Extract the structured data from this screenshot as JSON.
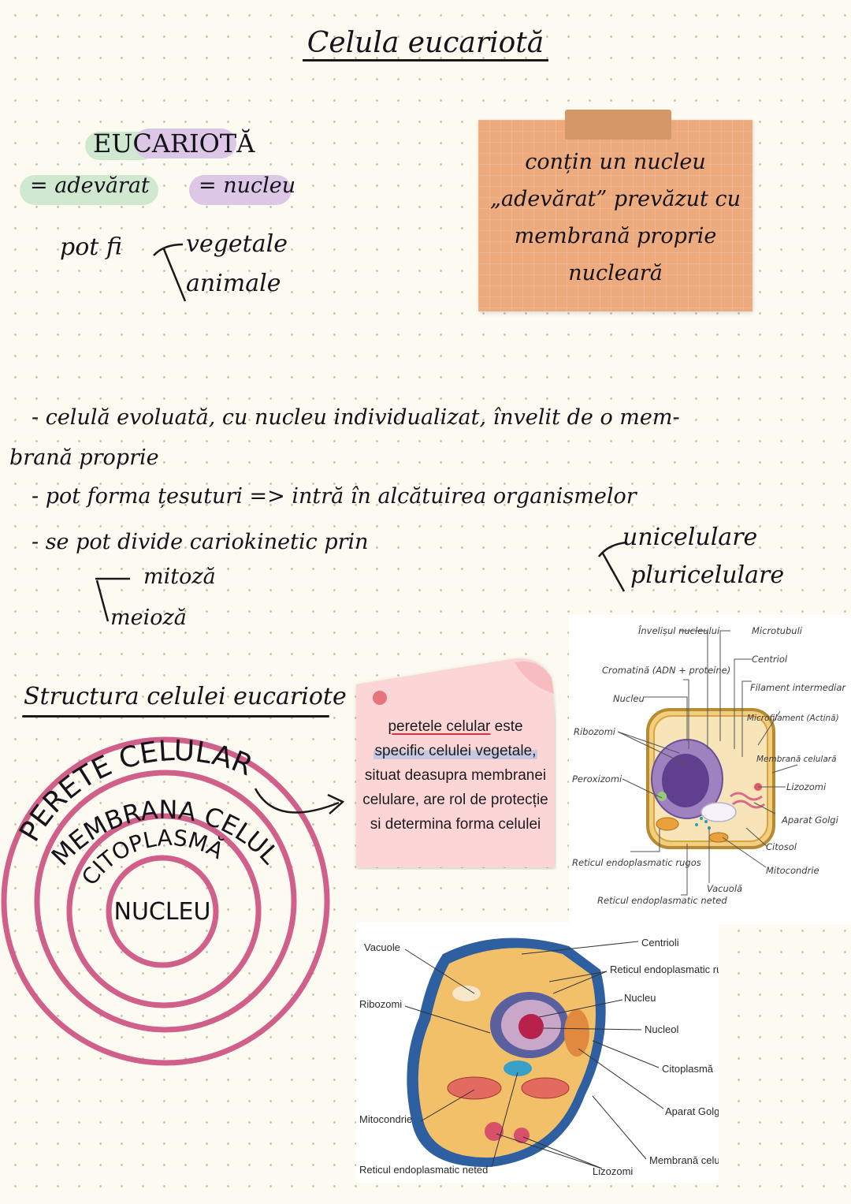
{
  "title": "Celula eucariotă",
  "intro": {
    "heading": "EUCARIOTĂ",
    "eu": "= adevărat",
    "carion": "= nucleu",
    "pot_fi": "pot fi",
    "types": [
      "vegetale",
      "animale"
    ]
  },
  "sticky_card": {
    "lines": [
      "conțin un nucleu",
      "„adevărat” prevăzut cu",
      "membrană proprie",
      "nucleară"
    ]
  },
  "body_text": {
    "line1": "- celulă evoluată, cu nucleu individualizat, învelit de o mem-",
    "line2": "brană proprie",
    "line3": "- pot forma țesuturi => intră în alcătuirea organismelor",
    "line4": "- se pot divide cariokinetic prin",
    "division": [
      "mitoză",
      "meioză"
    ],
    "organisms": [
      "unicelulare",
      "pluricelulare"
    ]
  },
  "structure": {
    "heading": "Structura celulei eucariote",
    "rings": [
      "PERETE CELULAR",
      "MEMBRANA CELULARĂ",
      "CITOPLASMĂ",
      "NUCLEU"
    ]
  },
  "note": {
    "part1": "peretele celular",
    "part2": " este",
    "part3": "specific celulei vegetale,",
    "part4": "situat deasupra membranei celulare, are rol de protecție si determina forma celulei"
  },
  "plant_cell_labels": {
    "invelisul": "Învelișul nucleului",
    "cromatina": "Cromatină (ADN + proteine)",
    "nucleu": "Nucleu",
    "ribozomi": "Ribozomi",
    "peroxizomi": "Peroxizomi",
    "reticul_rugos": "Reticul endoplasmatic rugos",
    "reticul_neted": "Reticul endoplasmatic neted",
    "vacuola": "Vacuolă",
    "microtubuli": "Microtubuli",
    "centriol": "Centriol",
    "filament": "Filament intermediar",
    "microfilament": "Microfilament (Actină)",
    "membrana": "Membrană celulară",
    "lizozomi": "Lizozomi",
    "golgi": "Aparat Golgi",
    "citosol": "Citosol",
    "mitocondrie": "Mitocondrie"
  },
  "animal_cell_labels": {
    "vacuole": "Vacuole",
    "ribozomi": "Ribozomi",
    "mitocondrie": "Mitocondrie",
    "reticul_neted": "Reticul endoplasmatic neted",
    "lizozomi": "Lizozomi",
    "centrioli": "Centrioli",
    "reticul_rugos": "Reticul endoplasmatic rugos",
    "nucleu": "Nucleu",
    "nucleol": "Nucleol",
    "citoplasma": "Citoplasmă",
    "golgi": "Aparat Golgi",
    "membrana": "Membrană celulară"
  },
  "colors": {
    "paper": "#fdfaf1",
    "green_highlight": "#cfe8cf",
    "lilac_highlight": "#ddc7e6",
    "card": "#edaa7d",
    "note": "#fcd5d6",
    "rings": "#d0608a"
  }
}
